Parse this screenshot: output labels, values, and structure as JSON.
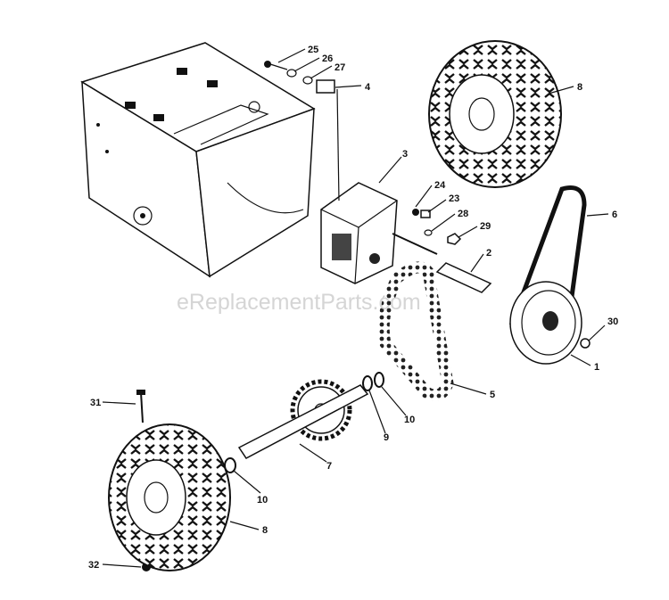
{
  "watermark": "eReplacementParts.com",
  "callouts": [
    {
      "id": "c25",
      "text": "25"
    },
    {
      "id": "c26",
      "text": "26"
    },
    {
      "id": "c27",
      "text": "27"
    },
    {
      "id": "c4",
      "text": "4"
    },
    {
      "id": "c8a",
      "text": "8"
    },
    {
      "id": "c3",
      "text": "3"
    },
    {
      "id": "c24",
      "text": "24"
    },
    {
      "id": "c23",
      "text": "23"
    },
    {
      "id": "c6",
      "text": "6"
    },
    {
      "id": "c28",
      "text": "28"
    },
    {
      "id": "c29",
      "text": "29"
    },
    {
      "id": "c2",
      "text": "2"
    },
    {
      "id": "c30",
      "text": "30"
    },
    {
      "id": "c1",
      "text": "1"
    },
    {
      "id": "c5",
      "text": "5"
    },
    {
      "id": "c10a",
      "text": "10"
    },
    {
      "id": "c9",
      "text": "9"
    },
    {
      "id": "c31",
      "text": "31"
    },
    {
      "id": "c7",
      "text": "7"
    },
    {
      "id": "c10b",
      "text": "10"
    },
    {
      "id": "c8b",
      "text": "8"
    },
    {
      "id": "c32",
      "text": "32"
    }
  ]
}
